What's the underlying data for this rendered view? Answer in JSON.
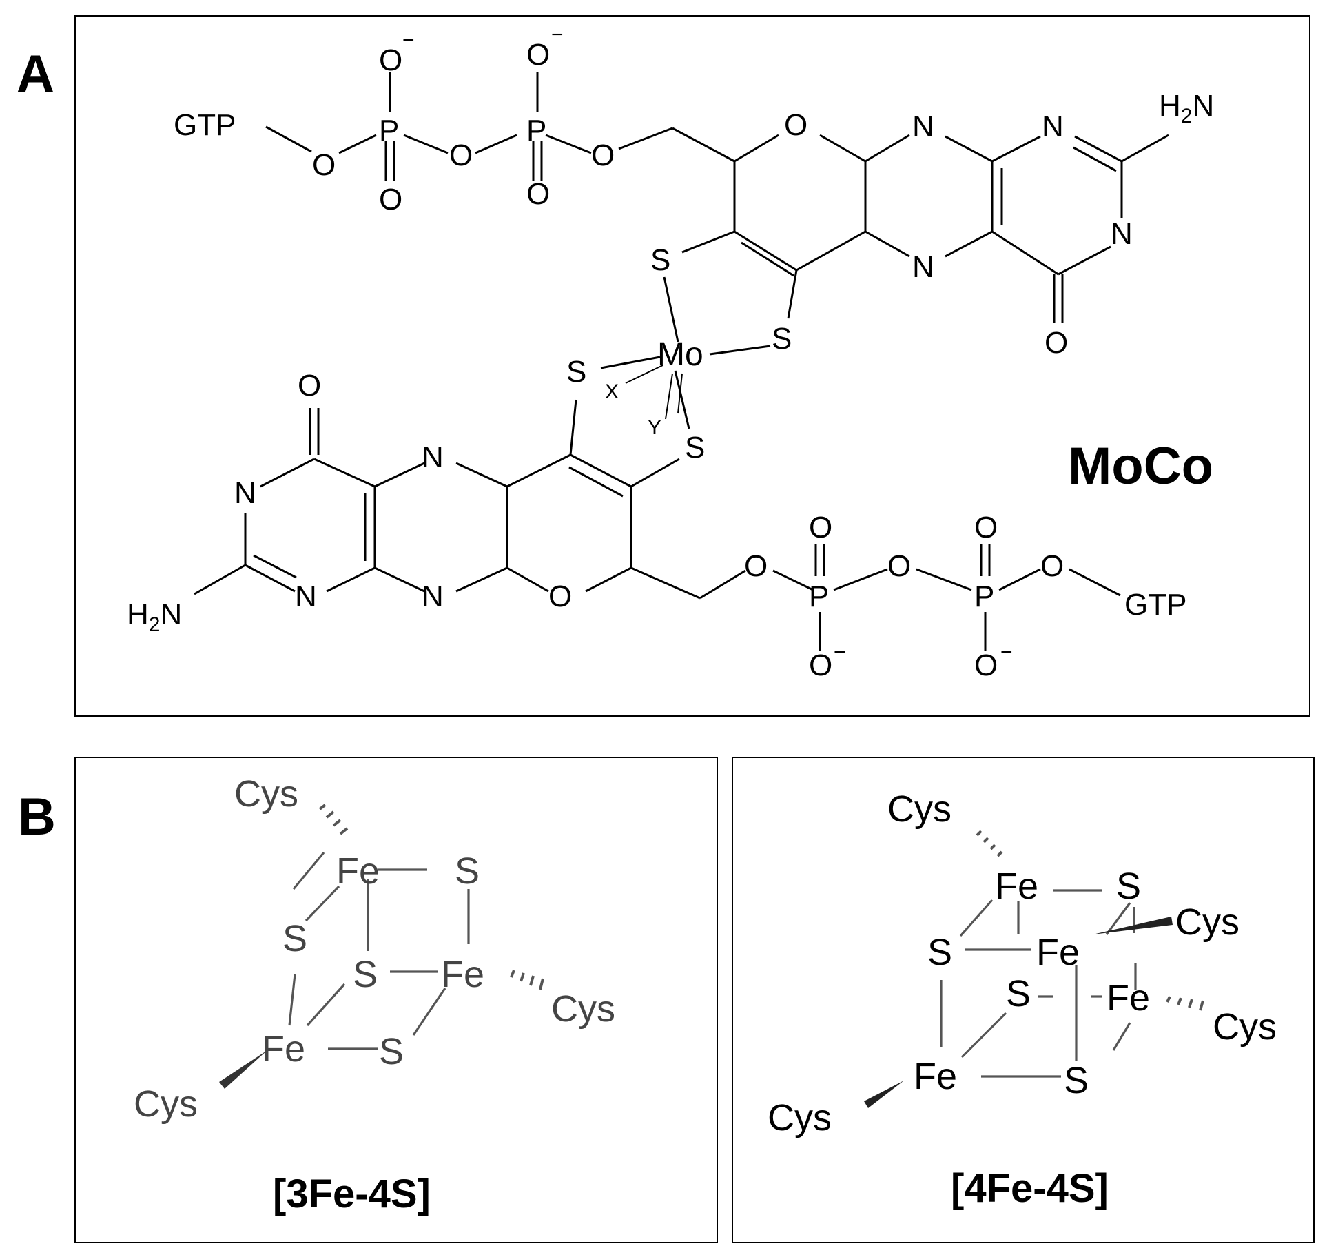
{
  "panels": {
    "a": {
      "letter": "A",
      "title": "MoCo"
    },
    "b": {
      "letter": "B"
    }
  },
  "moco": {
    "gtp_top": "GTP",
    "gtp_bottom": "GTP",
    "metal": "Mo",
    "ligand_x": "X",
    "ligand_y": "Y",
    "amine": "H",
    "amine_sub": "2",
    "amine_n": "N",
    "oxygen": "O",
    "nitrogen": "N",
    "sulfur": "S",
    "phosphorus": "P",
    "charge": "−"
  },
  "fe3s4": {
    "caption": "[3Fe-4S]",
    "iron": "Fe",
    "sulfur": "S",
    "cysteine": "Cys"
  },
  "fe4s4": {
    "caption": "[4Fe-4S]",
    "iron": "Fe",
    "sulfur": "S",
    "cysteine": "Cys"
  }
}
